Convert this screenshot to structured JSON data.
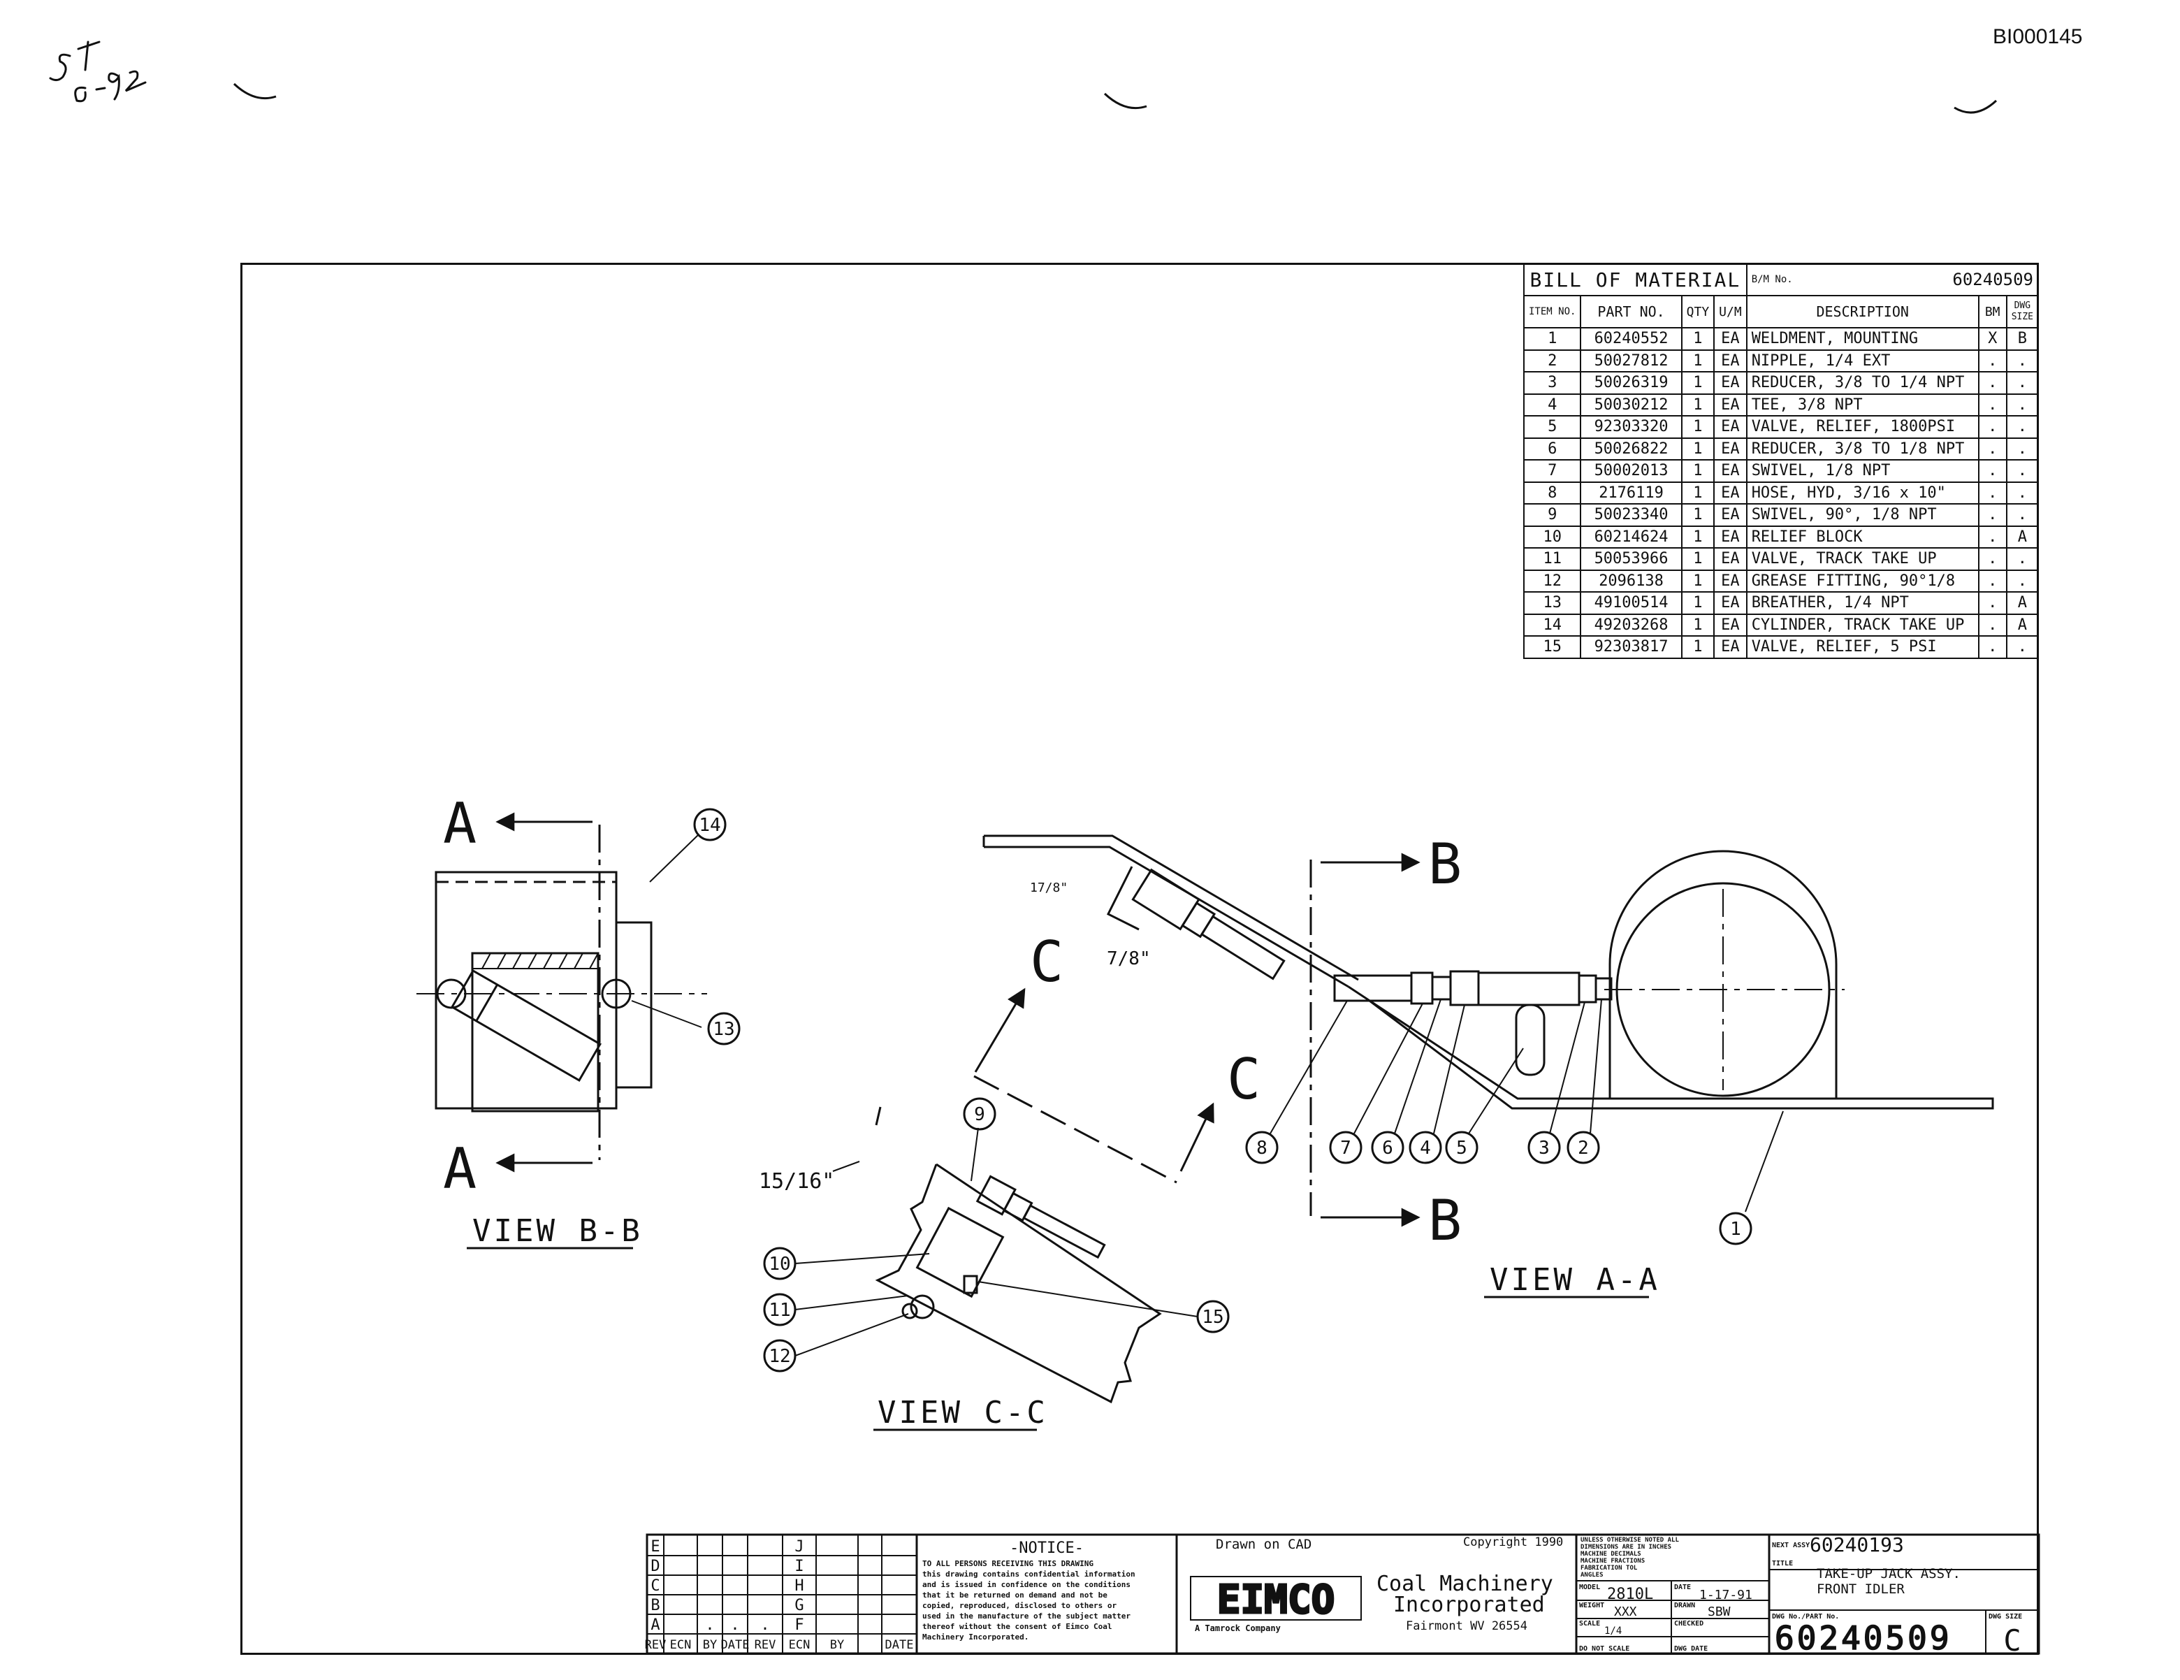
{
  "doc_id": "BI000145",
  "handwritten_note": "5T 6-92",
  "bom": {
    "title": "BILL OF MATERIAL",
    "bm_label": "B/M No.",
    "bm_number": "60240509",
    "columns": [
      "ITEM NO.",
      "PART NO.",
      "QTY",
      "U/M",
      "DESCRIPTION",
      "BM",
      "DWG SIZE"
    ],
    "rows": [
      {
        "item": "1",
        "part": "60240552",
        "qty": "1",
        "um": "EA",
        "desc": "WELDMENT, MOUNTING",
        "bm": "X",
        "size": "B"
      },
      {
        "item": "2",
        "part": "50027812",
        "qty": "1",
        "um": "EA",
        "desc": "NIPPLE, 1/4 EXT",
        "bm": ".",
        "size": "."
      },
      {
        "item": "3",
        "part": "50026319",
        "qty": "1",
        "um": "EA",
        "desc": "REDUCER, 3/8 TO 1/4 NPT",
        "bm": ".",
        "size": "."
      },
      {
        "item": "4",
        "part": "50030212",
        "qty": "1",
        "um": "EA",
        "desc": "TEE, 3/8 NPT",
        "bm": ".",
        "size": "."
      },
      {
        "item": "5",
        "part": "92303320",
        "qty": "1",
        "um": "EA",
        "desc": "VALVE, RELIEF, 1800PSI",
        "bm": ".",
        "size": "."
      },
      {
        "item": "6",
        "part": "50026822",
        "qty": "1",
        "um": "EA",
        "desc": "REDUCER, 3/8 TO 1/8 NPT",
        "bm": ".",
        "size": "."
      },
      {
        "item": "7",
        "part": "50002013",
        "qty": "1",
        "um": "EA",
        "desc": "SWIVEL, 1/8 NPT",
        "bm": ".",
        "size": "."
      },
      {
        "item": "8",
        "part": "2176119",
        "qty": "1",
        "um": "EA",
        "desc": "HOSE, HYD, 3/16 x 10\"",
        "bm": ".",
        "size": "."
      },
      {
        "item": "9",
        "part": "50023340",
        "qty": "1",
        "um": "EA",
        "desc": "SWIVEL, 90°, 1/8 NPT",
        "bm": ".",
        "size": "."
      },
      {
        "item": "10",
        "part": "60214624",
        "qty": "1",
        "um": "EA",
        "desc": "RELIEF BLOCK",
        "bm": ".",
        "size": "A"
      },
      {
        "item": "11",
        "part": "50053966",
        "qty": "1",
        "um": "EA",
        "desc": "VALVE, TRACK TAKE UP",
        "bm": ".",
        "size": "."
      },
      {
        "item": "12",
        "part": "2096138",
        "qty": "1",
        "um": "EA",
        "desc": "GREASE FITTING, 90°1/8",
        "bm": ".",
        "size": "."
      },
      {
        "item": "13",
        "part": "49100514",
        "qty": "1",
        "um": "EA",
        "desc": "BREATHER, 1/4 NPT",
        "bm": ".",
        "size": "A"
      },
      {
        "item": "14",
        "part": "49203268",
        "qty": "1",
        "um": "EA",
        "desc": "CYLINDER, TRACK TAKE UP",
        "bm": ".",
        "size": "A"
      },
      {
        "item": "15",
        "part": "92303817",
        "qty": "1",
        "um": "EA",
        "desc": "VALVE, RELIEF, 5 PSI",
        "bm": ".",
        "size": "."
      }
    ]
  },
  "views": {
    "bb": {
      "title": "VIEW B-B",
      "section": "A",
      "balloons": [
        "14",
        "13"
      ]
    },
    "aa": {
      "title": "VIEW A-A",
      "section": "B",
      "balloons": [
        "8",
        "7",
        "6",
        "4",
        "5",
        "3",
        "2",
        "1"
      ]
    },
    "cc": {
      "title": "VIEW C-C",
      "section": "C",
      "balloons": [
        "9",
        "10",
        "11",
        "12",
        "15"
      ],
      "dim_15_16": "15/16\""
    },
    "dims": {
      "d_7_8": "7/8\"",
      "d_17_8": "17/8\""
    }
  },
  "title_block": {
    "rev_letters_left": [
      "E",
      "D",
      "C",
      "B",
      "A"
    ],
    "rev_letters_right": [
      "J",
      "I",
      "H",
      "G",
      "F"
    ],
    "rev_headers": [
      "REV",
      "ECN",
      "BY",
      "DATE",
      "REV",
      "ECN",
      "BY",
      "DATE"
    ],
    "rev_a_marks": [
      ".",
      ".",
      "."
    ],
    "notice_title": "-NOTICE-",
    "notice_lines": [
      "TO ALL PERSONS RECEIVING THIS DRAWING",
      "this drawing contains confidential information",
      "and is issued in confidence on the conditions",
      "that it be returned on demand and not be",
      "copied, reproduced, disclosed to others or",
      "used in the manufacture of the subject matter",
      "thereof without the consent of Eimco Coal",
      "Machinery Incorporated."
    ],
    "drawn_on": "Drawn on CAD",
    "copyright": "Copyright 1990",
    "logo": "EIMCO",
    "company_line1": "Coal Machinery",
    "company_line2": "Incorporated",
    "company_sub": "A Tamrock Company",
    "location": "Fairmont WV 26554",
    "tolerance_lines": [
      "UNLESS OTHERWISE NOTED ALL",
      "DIMENSIONS ARE IN INCHES",
      "MACHINE DECIMALS",
      "MACHINE FRACTIONS",
      "FABRICATION TOL",
      "ANGLES"
    ],
    "model_label": "MODEL",
    "model": "2810L",
    "date_label": "DATE",
    "date": "1-17-91",
    "weight_label": "WEIGHT",
    "weight": "XXX",
    "drawn_label": "DRAWN",
    "drawn": "SBW",
    "scale_label": "SCALE",
    "scale": "1/4",
    "checked_label": "CHECKED",
    "scale2": "DO NOT SCALE",
    "dwg_date": "DWG DATE",
    "next_assy_label": "NEXT ASSY.",
    "next_assy": "60240193",
    "title_label": "TITLE",
    "title_line1": "TAKE-UP JACK ASSY.",
    "title_line2": "FRONT IDLER",
    "dwg_no_label": "DWG No./PART No.",
    "dwg_no": "60240509",
    "dwg_size_label": "DWG SIZE",
    "dwg_size": "C"
  }
}
